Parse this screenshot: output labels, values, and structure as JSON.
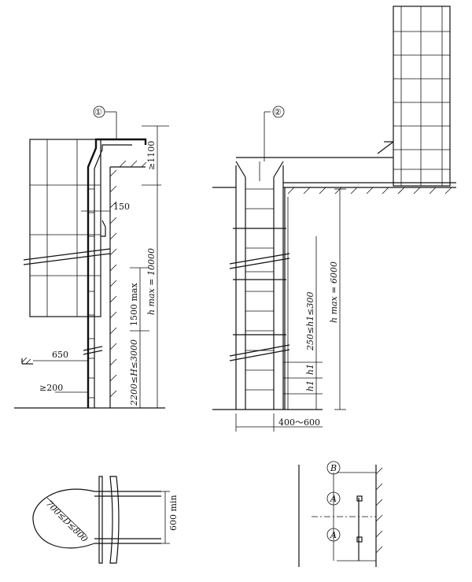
{
  "callouts": {
    "one": "①",
    "two": "②"
  },
  "fig1": {
    "guard_height": "≥1100",
    "offset": "150",
    "h_max": "h max = 10000",
    "cage_start": "1500 max",
    "h_range": "2200≤H≤3000",
    "clear_650": "650",
    "clear_200": "≥200"
  },
  "fig2": {
    "h_max": "h max = 6000",
    "h1_range": "250≤h1≤300",
    "h1_a": "h1",
    "h1_b": "h1",
    "width": "400～600"
  },
  "fig3": {
    "diameter": "700≤D≤800",
    "min_width": "600 min"
  },
  "fig4": {
    "b": "B",
    "a1": "A",
    "a2": "A"
  }
}
